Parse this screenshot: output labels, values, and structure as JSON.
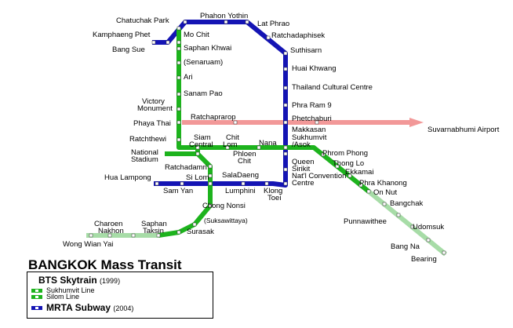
{
  "colors": {
    "sukhumvit": "#1db31d",
    "sukhumvit_ext": "#a7dca7",
    "silom": "#1db31d",
    "subway": "#1414b4",
    "airport": "#f29898"
  },
  "stations": {
    "chatuchak_park": "Chatuchak Park",
    "phahon_yothin": "Phahon Yothin",
    "lat_phrao": "Lat Phrao",
    "kamphaeng_phet": "Kamphaeng Phet",
    "mo_chit": "Mo Chit",
    "ratchadaphisek": "Ratchadaphisek",
    "bang_sue": "Bang Sue",
    "saphan_khwai": "Saphan Khwai",
    "suthisarn": "Suthisarn",
    "senaruam": "(Senaruam)",
    "huai_khwang": "Huai Khwang",
    "ari": "Ari",
    "thailand_cultural_centre": "Thailand Cultural Centre",
    "sanam_pao": "Sanam Pao",
    "victory_monument": "Victory Monument",
    "phra_ram_9": "Phra Ram 9",
    "ratchaprarop": "Ratchaprarop",
    "phetchaburi": "Phetchaburi",
    "phaya_thai": "Phaya Thai",
    "suvarnabhumi_airport": "Suvarnabhumi Airport",
    "makkasan": "Makkasan",
    "ratchthewi": "Ratchthewi",
    "sukhumvit_asok": "Sukhumvit /Asok",
    "siam_central": "Siam Central",
    "chit_lom": "Chit Lom",
    "nana": "Nana",
    "national_stadium": "National Stadium",
    "phloen_chit": "Phloen Chit",
    "phrom_phong": "Phrom Phong",
    "ratchadamri": "Ratchadamri",
    "queen_sirikit": "Queen Sirikit Nat'l Convention Centre",
    "thong_lo": "Thong Lo",
    "saladaeng": "SalaDaeng",
    "ekkamai": "Ekkamai",
    "hua_lampong": "Hua Lampong",
    "si_lom": "Si Lom",
    "phra_khanong": "Phra Khanong",
    "sam_yan": "Sam Yan",
    "lumphini": "Lumphini",
    "klong_toei": "Klong Toei",
    "on_nut": "On Nut",
    "chong_nonsi": "Chong Nonsi",
    "bangchak": "Bangchak",
    "suksawittaya": "(Suksawittaya)",
    "punnawithee": "Punnawithee",
    "charoen_nakhon": "Charoen Nakhon",
    "saphan_taksin": "Saphan Taksin",
    "udomsuk": "Udomsuk",
    "surasak": "Surasak",
    "wong_wian_yai": "Wong Wian Yai",
    "bang_na": "Bang Na",
    "bearing": "Bearing"
  },
  "legend": {
    "title": "BANGKOK Mass Transit",
    "bts": "BTS Skytrain",
    "bts_year": "(1999)",
    "sukhumvit_line": "Sukhumvit Line",
    "silom_line": "Silom Line",
    "mrta": "MRTA Subway",
    "mrta_year": "(2004)"
  }
}
